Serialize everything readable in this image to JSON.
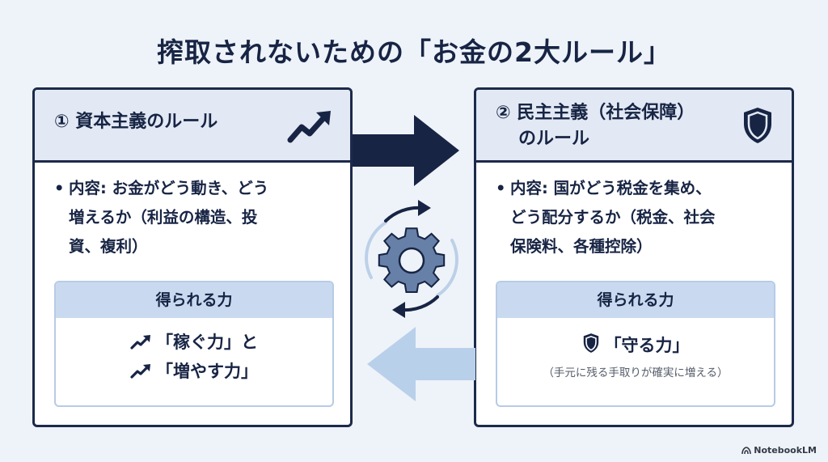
{
  "title": "搾取されないための「お金の2大ルール」",
  "left_card": {
    "heading": "① 資本主義のルール",
    "bullet_lines": [
      "内容: お金がどう動き、どう",
      "増えるか（利益の構造、投",
      "資、複利）"
    ],
    "gain_title": "得られる力",
    "gain_lines": [
      "「稼ぐ力」と",
      "「増やす力」"
    ]
  },
  "right_card": {
    "heading_line1": "② 民主主義（社会保障）",
    "heading_line2": "のルール",
    "bullet_lines": [
      "内容: 国がどう税金を集め、",
      "どう配分するか（税金、社会",
      "保険料、各種控除）"
    ],
    "gain_title": "得られる力",
    "gain_line": "「守る力」",
    "gain_note": "（手元に残る手取りが確実に増える）"
  },
  "watermark": "NotebookLM",
  "colors": {
    "navy": "#1c2a4a",
    "light_blue": "#c9daf0",
    "pale_blue": "#e2e9f4",
    "arrow_light": "#b9d0ea"
  },
  "icons": [
    "trend-up-icon",
    "shield-icon",
    "gear-cycle-icon",
    "right-arrow-icon",
    "left-arrow-icon"
  ]
}
